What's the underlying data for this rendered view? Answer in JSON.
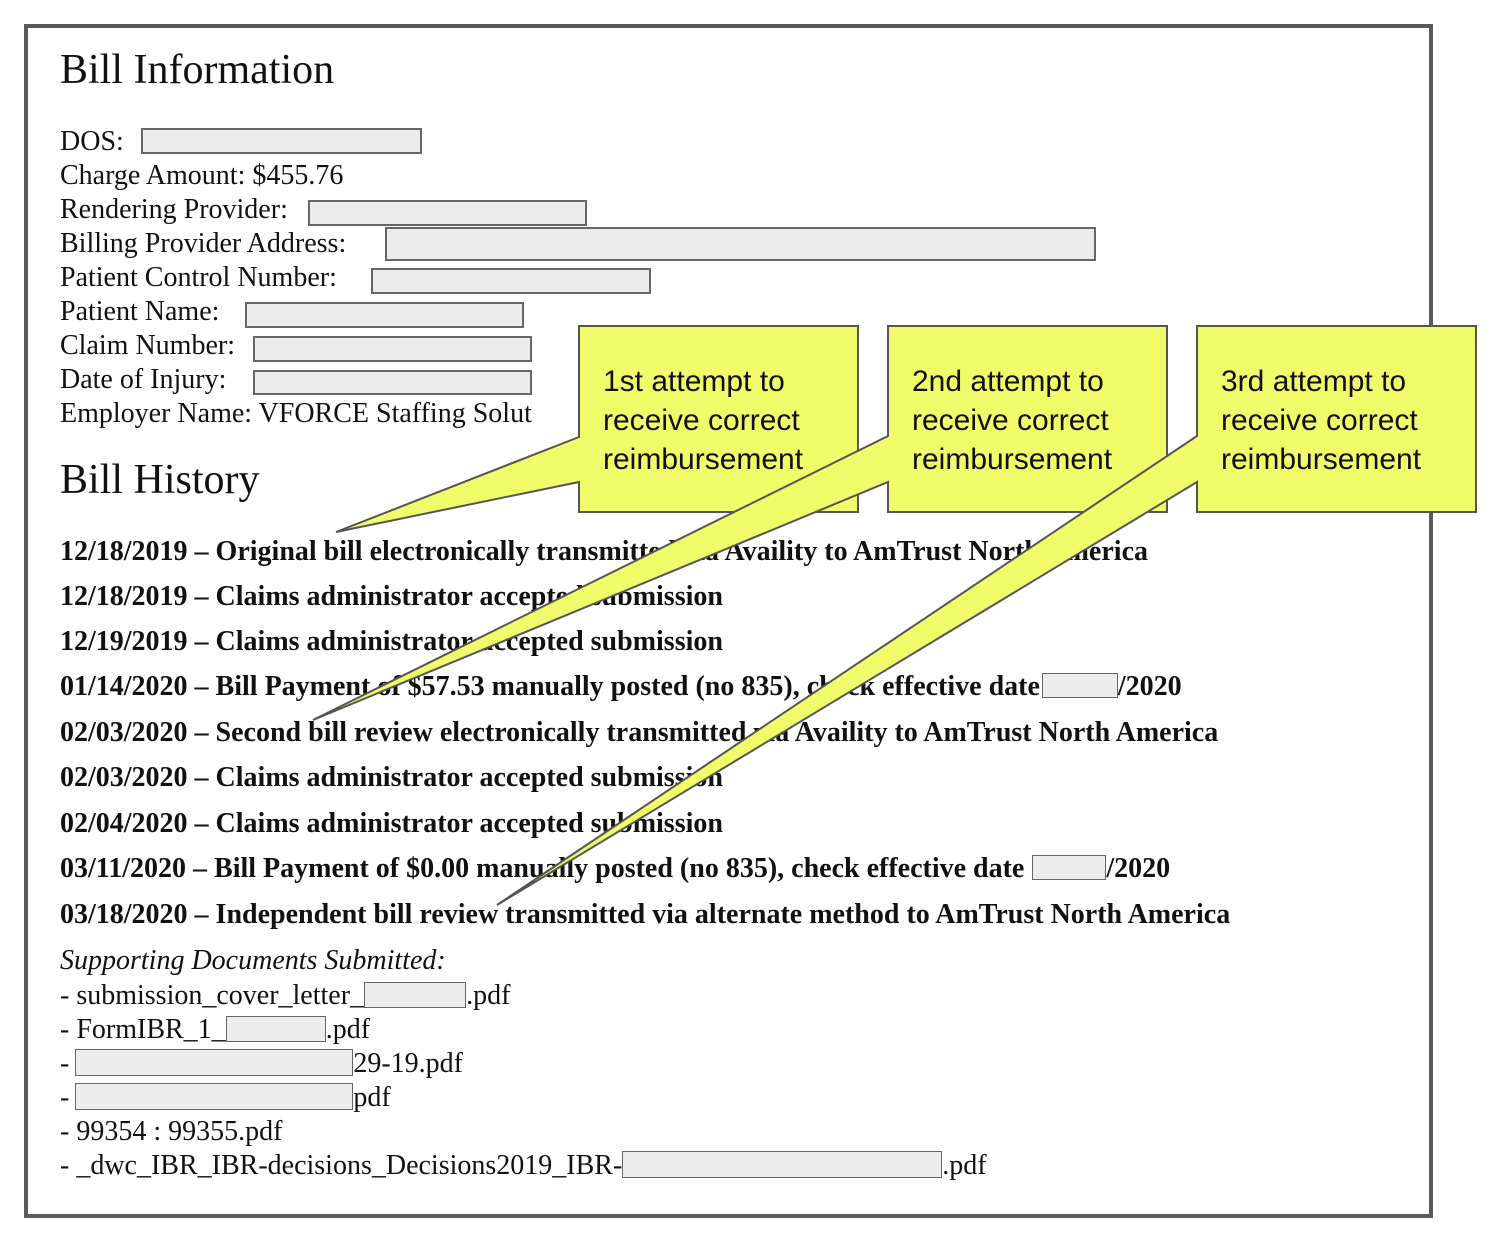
{
  "bill_information": {
    "title": "Bill Information",
    "fields": [
      {
        "label": "DOS:"
      },
      {
        "label": "Charge Amount: $455.76"
      },
      {
        "label": "Rendering Provider:"
      },
      {
        "label": "Billing Provider Address:"
      },
      {
        "label": "Patient Control Number:"
      },
      {
        "label": "Patient Name:"
      },
      {
        "label": "Claim Number:"
      },
      {
        "label": "Date of Injury:"
      },
      {
        "label": "Employer Name: VFORCE Staffing Solut"
      }
    ]
  },
  "bill_history": {
    "title": "Bill History",
    "entries": [
      {
        "text": "12/18/2019 – Original bill electronically transmitted via Availity to AmTrust North America"
      },
      {
        "text": "12/18/2019 – Claims administrator accepted submission"
      },
      {
        "text": "12/19/2019 – Claims administrator accepted submission"
      },
      {
        "text": "01/14/2020 – Bill Payment of $57.53 manually posted (no 835), check effective date",
        "suffix": "/2020"
      },
      {
        "text": "02/03/2020 – Second bill review electronically transmitted via Availity to AmTrust North America"
      },
      {
        "text": "02/03/2020 – Claims administrator accepted submission"
      },
      {
        "text": "02/04/2020 – Claims administrator accepted submission"
      },
      {
        "text": "03/11/2020 – Bill Payment of $0.00 manually posted (no 835), check effective date",
        "suffix": "/2020"
      },
      {
        "text": "03/18/2020 – Independent bill review transmitted via alternate method to AmTrust North America"
      }
    ]
  },
  "supporting_documents": {
    "title": "Supporting Documents Submitted:",
    "items": [
      {
        "prefix": "- submission_cover_letter_",
        "suffix": ".pdf"
      },
      {
        "prefix": "- FormIBR_1_",
        "suffix": ".pdf"
      },
      {
        "prefix": "-",
        "suffix": "29-19.pdf"
      },
      {
        "prefix": "-",
        "suffix": "pdf"
      },
      {
        "prefix": "- 99354 : 99355.pdf",
        "suffix": ""
      },
      {
        "prefix": "- _dwc_IBR_IBR-decisions_Decisions2019_IBR-",
        "suffix": ".pdf"
      }
    ]
  },
  "callouts": [
    {
      "text": "1st attempt to\nreceive correct\nreimbursement"
    },
    {
      "text": "2nd attempt to\nreceive correct\nreimbursement"
    },
    {
      "text": "3rd attempt to\nreceive correct\nreimbursement"
    }
  ],
  "colors": {
    "callout_fill": "#f0fc6a",
    "frame": "#5a5a5a",
    "redaction": "#ececec"
  }
}
